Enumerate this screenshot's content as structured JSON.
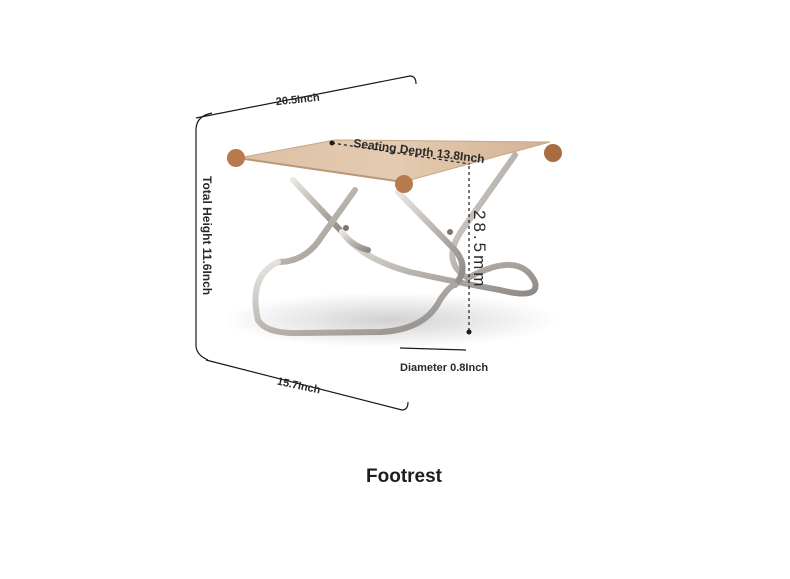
{
  "dimensions": {
    "width": "20.5Inch",
    "seating_depth": "Seating Depth 13.8Inch",
    "total_height": "Total Height 11.6Inch",
    "tube_size": "28.5mm",
    "diameter": "Diameter 0.8Inch",
    "bottom_width": "15.7Inch"
  },
  "caption": "Footrest",
  "colors": {
    "seat_canvas": "#d9bb9e",
    "wood_caps": "#b77a4c",
    "steel_frame": "#c9c5c0",
    "dimension_lines": "#1a1a1a"
  }
}
